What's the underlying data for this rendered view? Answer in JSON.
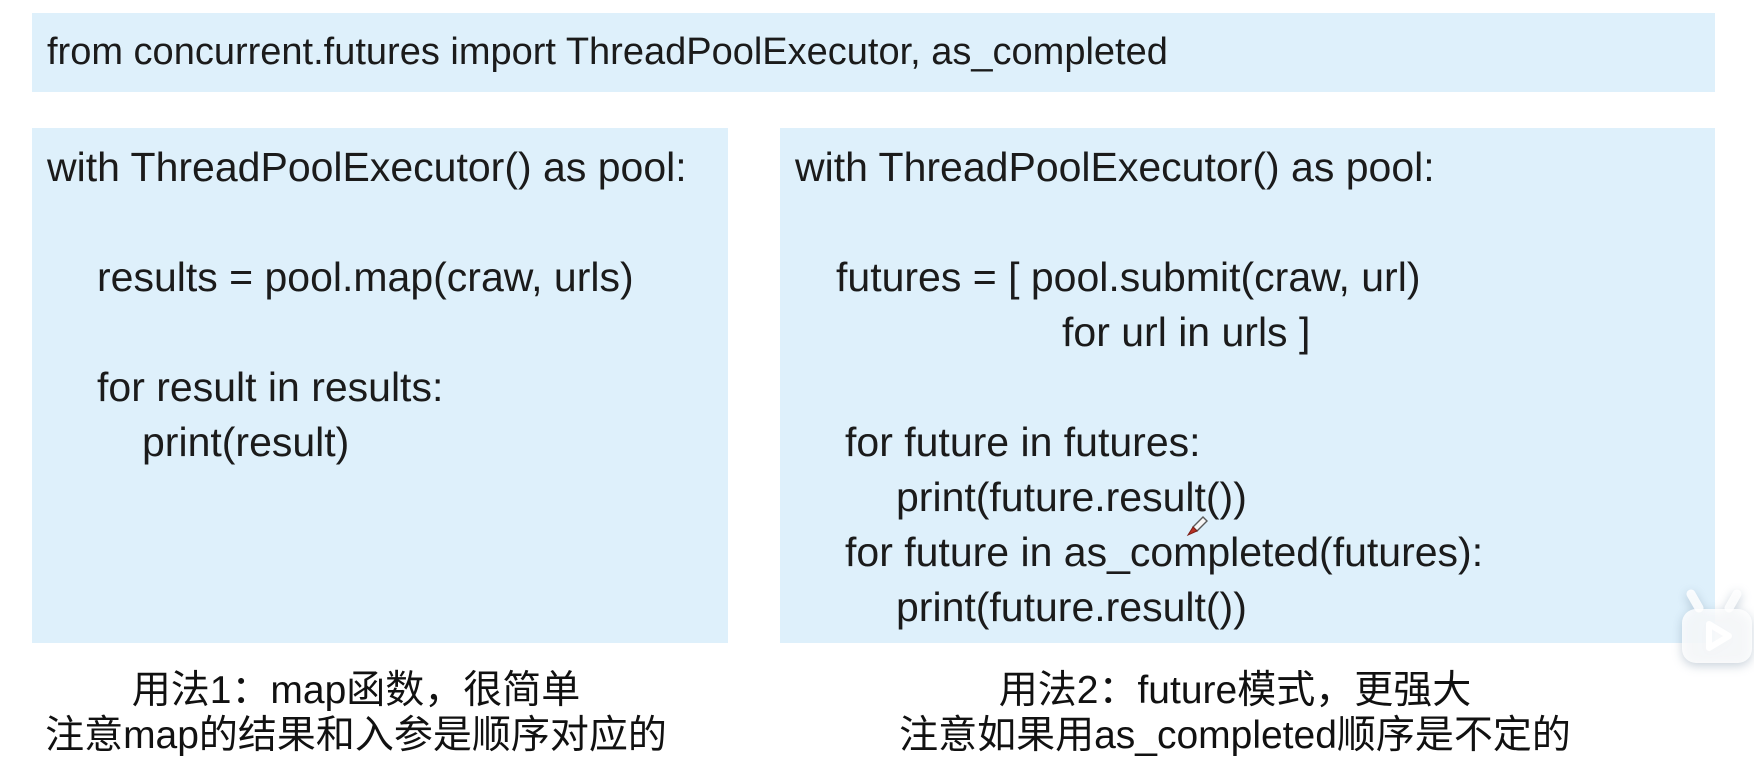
{
  "banner": {
    "text": "from concurrent.futures import ThreadPoolExecutor, as_completed"
  },
  "left_box": {
    "lines": [
      "with ThreadPoolExecutor() as pool:",
      "",
      "results = pool.map(craw, urls)",
      "",
      "for result in results:",
      "print(result)"
    ]
  },
  "right_box": {
    "lines": [
      "with ThreadPoolExecutor() as pool:",
      "",
      "futures = [ pool.submit(craw, url)",
      "for url in urls ]",
      "",
      "for future in futures:",
      "print(future.result())",
      "for future in as_completed(futures):",
      "print(future.result())"
    ]
  },
  "left_caption": {
    "line1": "用法1：map函数，很简单",
    "line2": "注意map的结果和入参是顺序对应的"
  },
  "right_caption": {
    "line1": "用法2：future模式，更强大",
    "line2": "注意如果用as_completed顺序是不定的"
  },
  "icons": {
    "pencil_cursor": "pencil-cursor-icon",
    "tv_watermark": "tv-play-watermark-icon"
  },
  "colors": {
    "box_background": "#def0fb",
    "code_text": "#1b1b1b",
    "caption_text": "#111111",
    "pencil_tip": "#b83226",
    "watermark": "#ffffff"
  }
}
